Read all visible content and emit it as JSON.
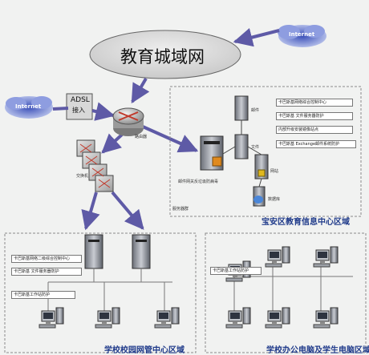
{
  "cloud_main": {
    "label": "教育城域网"
  },
  "internet": {
    "label": "Internet"
  },
  "adsl": {
    "label": "ADSL",
    "sub": "接入"
  },
  "router": {
    "label": "路由器"
  },
  "switches": {
    "label": "交换机"
  },
  "mail_gateway": {
    "label": "邮件网关反垃圾防病毒"
  },
  "server_group": {
    "label": "服务器群"
  },
  "servers": {
    "labels": [
      "邮件",
      "文件",
      "网站",
      "数据库"
    ]
  },
  "regions": {
    "baoan": {
      "title": "宝安区教育信息中心区域",
      "tags": [
        "卡巴斯基网络综合控制中心",
        "卡巴斯基 文件服务器防护",
        "内部升级安装镜像站点",
        "卡巴斯基 Exchange邮件系统防护"
      ]
    },
    "school_mgmt": {
      "title": "学校校园网管中心区域",
      "tags": [
        "卡巴斯基网络二级综合控制中心",
        "卡巴斯基 文件服务器防护",
        "卡巴斯基工作站防护"
      ]
    },
    "school_office": {
      "title": "学校办公电脑及学生电脑区域",
      "tags": [
        "卡巴斯基工作站防护"
      ]
    }
  },
  "colors": {
    "arrow": "#5e5aa6",
    "dashed": "#8a8a8a",
    "title": "#1f3a8a",
    "cloud_fill": "#d9d9d9"
  }
}
